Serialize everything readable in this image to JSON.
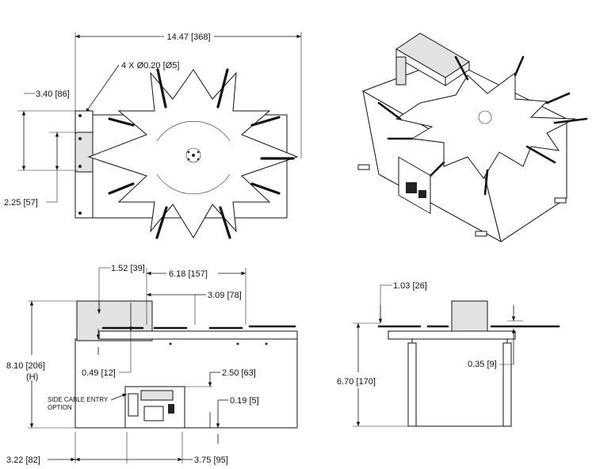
{
  "dimensions": {
    "overall_width": "14.47 [368]",
    "holes": "4 X Ø0.20 [Ø5]",
    "side_3_40": "3.40 [86]",
    "side_2_25": "2.25 [57]",
    "front_1_52": "1.52 [39]",
    "front_6_18": "6.18 [157]",
    "front_3_09": "3.09 [78]",
    "height_8_10": "8.10 [206]",
    "height_h": "(H)",
    "front_0_49": "0.49 [12]",
    "front_2_50": "2.50 [63]",
    "front_0_19": "0.19 [5]",
    "bottom_3_22": "3.22 [82]",
    "bottom_3_75": "3.75 [95]",
    "side_1_03": "1.03 [26]",
    "side_0_35": "0.35 [9]",
    "side_height": "6.70 [170]"
  },
  "notes": {
    "cable_entry_line1": "SIDE CABLE ENTRY",
    "cable_entry_line2": "OPTION"
  }
}
